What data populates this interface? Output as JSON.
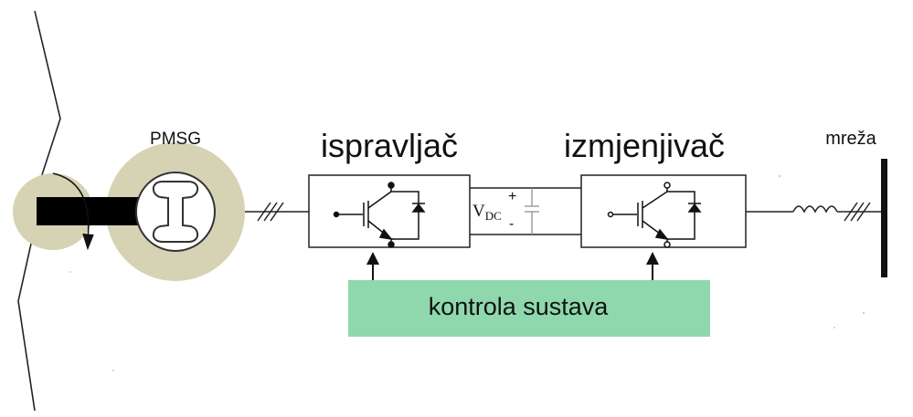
{
  "labels": {
    "generator": "PMSG",
    "rectifier": "ispravljač",
    "inverter": "izmjenjivač",
    "grid": "mreža",
    "control": "kontrola sustava",
    "dc_voltage_main": "V",
    "dc_voltage_sub": "DC",
    "dc_plus": "+",
    "dc_minus": "-"
  },
  "colors": {
    "generator_ring": "#d6d2b4",
    "control_box": "#8fd8ad",
    "shaft": "#000000",
    "line": "#111111"
  },
  "icons": {
    "wind_turbine": "wind-turbine-blades",
    "generator": "pmsg-rotor-icon",
    "rectifier_switch": "igbt-switch-icon",
    "inverter_switch": "igbt-switch-icon",
    "dc_capacitor": "capacitor-icon",
    "grid_inductor": "inductor-icon",
    "grid_bus": "grid-busbar"
  }
}
